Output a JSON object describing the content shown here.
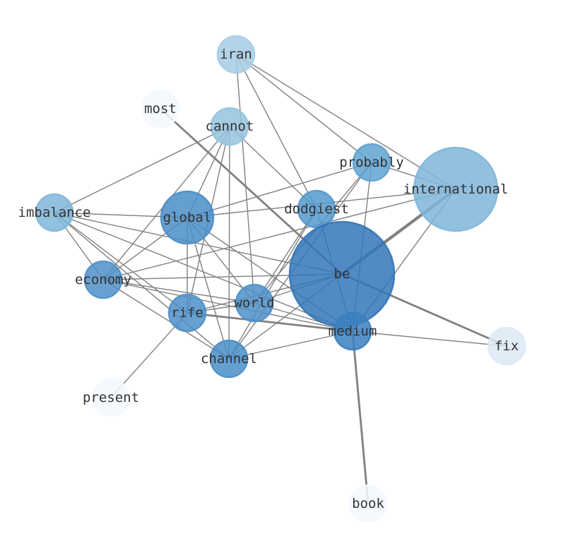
{
  "graph": {
    "nodes": [
      {
        "id": "iran",
        "color": "#a6cde4",
        "weight": 1
      },
      {
        "id": "most",
        "color": "#f3f8fe",
        "weight": 1
      },
      {
        "id": "cannot",
        "color": "#94c4df",
        "weight": 1
      },
      {
        "id": "probably",
        "color": "#5fa3d0",
        "weight": 1
      },
      {
        "id": "international",
        "color": "#7fb6da",
        "weight": 5
      },
      {
        "id": "imbalance",
        "color": "#7fb6da",
        "weight": 1
      },
      {
        "id": "global",
        "color": "#4a8ec7",
        "weight": 2
      },
      {
        "id": "dodgiest",
        "color": "#5599cc",
        "weight": 1
      },
      {
        "id": "be",
        "color": "#3475b8",
        "weight": 8
      },
      {
        "id": "economy",
        "color": "#4e91c8",
        "weight": 1
      },
      {
        "id": "world",
        "color": "#4e91c8",
        "weight": 1
      },
      {
        "id": "rife",
        "color": "#4e91c8",
        "weight": 1
      },
      {
        "id": "medium",
        "color": "#3a80c0",
        "weight": 1
      },
      {
        "id": "fix",
        "color": "#dce9f6",
        "weight": 1
      },
      {
        "id": "channel",
        "color": "#4a8ec7",
        "weight": 1
      },
      {
        "id": "present",
        "color": "#f3f8fe",
        "weight": 1
      },
      {
        "id": "book",
        "color": "#f3f8fe",
        "weight": 1
      }
    ],
    "edges": [
      [
        "iran",
        "probably",
        1
      ],
      [
        "iran",
        "international",
        1
      ],
      [
        "iran",
        "dodgiest",
        1
      ],
      [
        "iran",
        "world",
        1
      ],
      [
        "most",
        "be",
        2
      ],
      [
        "cannot",
        "imbalance",
        1
      ],
      [
        "cannot",
        "economy",
        1
      ],
      [
        "cannot",
        "global",
        1
      ],
      [
        "cannot",
        "rife",
        1
      ],
      [
        "cannot",
        "dodgiest",
        1
      ],
      [
        "cannot",
        "channel",
        1
      ],
      [
        "imbalance",
        "global",
        1
      ],
      [
        "imbalance",
        "be",
        1
      ],
      [
        "imbalance",
        "economy",
        1
      ],
      [
        "imbalance",
        "rife",
        1
      ],
      [
        "imbalance",
        "channel",
        1
      ],
      [
        "imbalance",
        "medium",
        1
      ],
      [
        "global",
        "probably",
        1
      ],
      [
        "global",
        "international",
        1
      ],
      [
        "global",
        "economy",
        1
      ],
      [
        "global",
        "rife",
        1
      ],
      [
        "global",
        "channel",
        1
      ],
      [
        "global",
        "world",
        1
      ],
      [
        "global",
        "medium",
        1
      ],
      [
        "economy",
        "international",
        1
      ],
      [
        "economy",
        "world",
        1
      ],
      [
        "economy",
        "medium",
        1
      ],
      [
        "economy",
        "channel",
        1
      ],
      [
        "economy",
        "be",
        1
      ],
      [
        "dodgiest",
        "world",
        1
      ],
      [
        "dodgiest",
        "channel",
        1
      ],
      [
        "dodgiest",
        "medium",
        1
      ],
      [
        "probably",
        "world",
        1
      ],
      [
        "probably",
        "channel",
        1
      ],
      [
        "probably",
        "medium",
        1
      ],
      [
        "probably",
        "international",
        1
      ],
      [
        "be",
        "international",
        3
      ],
      [
        "be",
        "fix",
        2
      ],
      [
        "be",
        "world",
        1
      ],
      [
        "be",
        "channel",
        1
      ],
      [
        "be",
        "rife",
        1
      ],
      [
        "medium",
        "fix",
        1
      ],
      [
        "medium",
        "book",
        2
      ],
      [
        "medium",
        "channel",
        1
      ],
      [
        "medium",
        "international",
        1
      ],
      [
        "medium",
        "rife",
        2
      ],
      [
        "medium",
        "world",
        1
      ],
      [
        "rife",
        "present",
        1
      ],
      [
        "rife",
        "world",
        1
      ]
    ],
    "edge_color": "#808080"
  }
}
